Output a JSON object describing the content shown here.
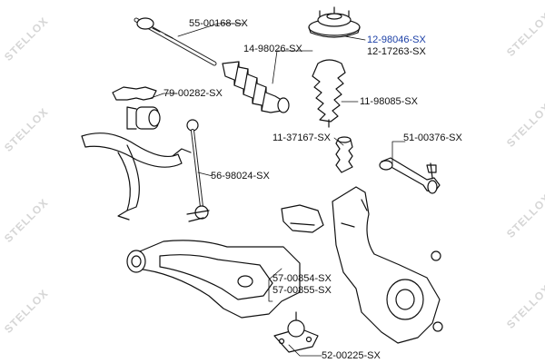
{
  "watermark": {
    "brand": "STELLOX"
  },
  "highlight_color": "#1b3fa6",
  "labels": {
    "p55_00168": "55-00168-SX",
    "p12_98046": "12-98046-SX",
    "p12_17263": "12-17263-SX",
    "p14_98026": "14-98026-SX",
    "p79_00282": "79-00282-SX",
    "p11_98085": "11-98085-SX",
    "p11_37167": "11-37167-SX",
    "p51_00376": "51-00376-SX",
    "p56_98024": "56-98024-SX",
    "p57_00854": "57-00854-SX",
    "p57_00855": "57-00855-SX",
    "p52_00225": "52-00225-SX"
  }
}
